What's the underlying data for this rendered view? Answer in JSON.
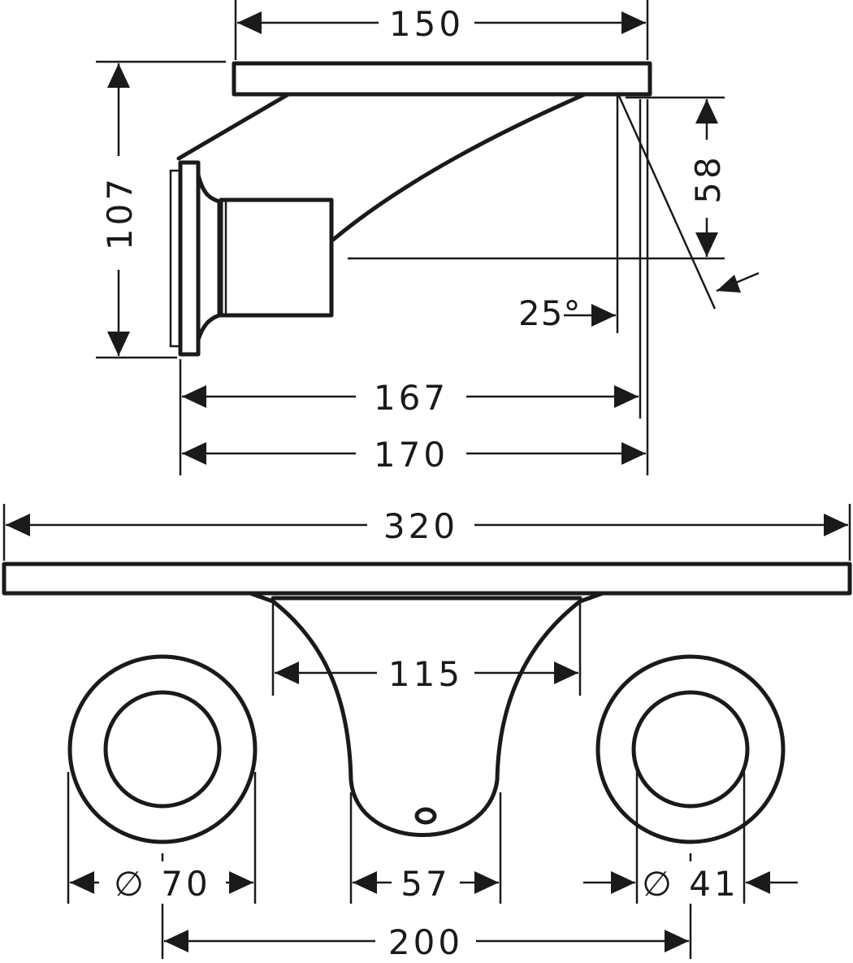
{
  "dimensions": {
    "top_width": "150",
    "height": "107",
    "offset": "58",
    "angle": "25°",
    "depth_inner": "167",
    "depth_outer": "170",
    "total_width": "320",
    "spout_neck": "115",
    "rosette_diameter": "∅ 70",
    "spout_width": "57",
    "inner_diameter": "∅ 41",
    "center_distance": "200"
  }
}
